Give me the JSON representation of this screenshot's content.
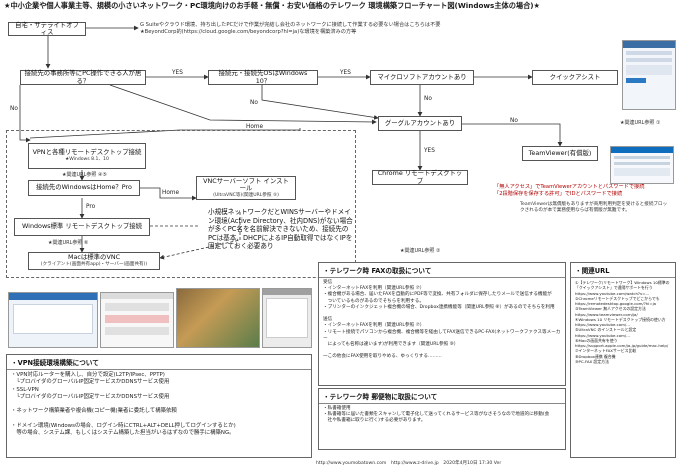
{
  "title": "★中小企業や個人事業主等、規模の小さいネットワーク・PC環境向けのお手軽・無償・お安い価格のテレワーク 環境構築フローチャート図(Windows主体の場合)★",
  "nodes": {
    "home_office": "自宅・サテライトオフィス",
    "gsuite_note": "G Suiteやクラウド環境、持ち出したPCだけで作業が完結し会社のネットワークに接続して作業する必要ない場合はこちらは不要\n★BeyondCorp的(https://cloud.google.com/beyondcorp?hl=ja)な環境を構築済みの方等",
    "q_office_pc": "接続先の事務所等にPC操作できる人が居る？",
    "q_win10": "接続元・接続先OSはWindows 10？",
    "ms_account": "マイクロソフトアカウントあり",
    "quick_assist": "クイックアシスト",
    "google_account": "グーグルアカウントあり",
    "chrome_rd": "Chrome リモートデスクトップ",
    "teamviewer": "TeamViewer(有償版)",
    "vpn_connect": "VPNと各種リモートデスクトップ接続",
    "vpn_sub": "★Windows 8.1、10",
    "q_home_pro": "接続先のWindowsはHome？Pro",
    "vnc_server": "VNCサーバーソフト インストール",
    "vnc_sub": "(UltraVNC等)(関連URL参照 ⑤)",
    "win_rd": "Windows標準 リモートデスクトップ接続",
    "mac_vnc": "Macは標準のVNC",
    "mac_sub": "(クライアント(画面共有app)・サーバー(画面共有))"
  },
  "edges": {
    "yes": "YES",
    "no": "No",
    "home": "Home",
    "pro": "Pro",
    "yes_down": "YES"
  },
  "refs": {
    "ref1": "★関連URL参照 ①",
    "ref2": "★関連URL参照 ②",
    "ref34": "★関連URL参照 ④⑤",
    "ref6": "★関連URL参照 ⑥",
    "ref_right": "★関連URL参照 ①"
  },
  "notes": {
    "teamviewer_red": "「無人アクセス」でTeamViewerアカウントとパスワードで接続\n「2段階保存を保存する許可」でIDとパスワードで接続",
    "teamviewer_sub": "TeamViewerは無償版もありますが商用利用判定を受けると接続ブロックされるのが本で業務使用ならば有償版が無難です。",
    "ad_note": "小規模ネットワークだとWINSサーバーやドメイン環境(Active Directory、社内DNS)がない場合が多くPC名を名前解決できないため、接続先のPCは基本、DHCPによるIP自動取得ではなくIPを固定しておく必要あり"
  },
  "panels": {
    "fax_title": "・テレワーク時 FAXの取扱について",
    "fax_body": "受信\n・インターネットFAXを利用（関連URL参照 ⑦）\n・複合機がある場合、届いたFAXを自動的にPDF等で変換、共有フォルダに保存したりメールで送信する機能が\n　ついているものがあるのでそちらを利用する。\n・プリンターのインクジェット複合機の場合、Dropbox連携機能等（関連URL参照 ⑧）があるのでそちらを利用\n\n送信\n・インターネットFAXを利用（関連URL参照 ⑦）\n・リモート接続でパソコンから複合機、複合機等を経由してFAX送信できるPC-FAX(ネットワークファクス等メーカー\n　によっても名称は違います)が利用できます（関連URL参照 ⑨）\n\n一この他会にFAX使用を取りやめる、ゆっくりする………",
    "mail_title": "・テレワーク時 郵便物に取扱について",
    "mail_body": "・私書箱使用\n・私書箱等に届いた書類をスキャンして電子化して送ってくれるサービス等がなさそうなので地道的に移動(会\n　社や私書箱に取りに行く)する必要があります。",
    "url_title": "・関連URL",
    "url_body": "①【テレワーク/リモートワーク】Windows 10標準の「クイックアシスト」で遠隔サポートを行う\nhttps://www.youtube.com/watch?v=...\n②Chromeリモートデスクトップでどこからでも\nhttps://remotedesktop.google.com/?hl=ja\n③TeamViewer 無人アクセスの設定方法\nhttps://www.teamviewer.com/ja/\n④Windows 10 リモートデスクトップ接続の使い方\nhttps://www.youtube.com/...\n⑤UltraVNC のインストールと設定\nhttps://www.youtube.com/...\n⑥Macの画面共有を使う\nhttps://support.apple.com/ja-jp/guide/mac-help/\n⑦インターネットFAXサービス比較\n⑧Dropbox連携 複合機\n⑨PC-FAX 設定方法",
    "vpn_title": "・VPN接続環境構築について",
    "vpn_body": "・VPN対応ルーターを購入し、自分で設定(L2TP/IPsec、PPTP)\n　└プロバイダのグローバルIP固定サービスかDDNSサービス使用\n・SSL-VPN\n　└プロバイダのグローバルIP固定サービスかDDNSサービス使用\n\n・ネットワーク構築業者や複合機(コピー機)業者に委託して構築依頼\n\n・ドメイン環境(Windowsの場合、ログイン時にCTRL+ALT+DELL押してログインするとか)\n　等の場合、システム課、もしくはシステム構築した担当がいるはずなので勝手に構築NG。"
  },
  "footer": "http://www.youmobatown.com　http://www.z-drive.jp　2020年4月10日 17:30 Ver"
}
